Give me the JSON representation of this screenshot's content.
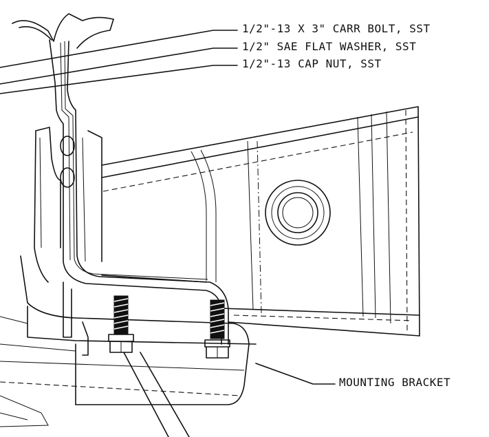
{
  "callouts": {
    "bolt": "1/2\"-13 X 3\" CARR BOLT, SST",
    "washer": "1/2\" SAE FLAT WASHER, SST",
    "nut": "1/2\"-13 CAP NUT, SST",
    "bracket": "MOUNTING BRACKET"
  }
}
